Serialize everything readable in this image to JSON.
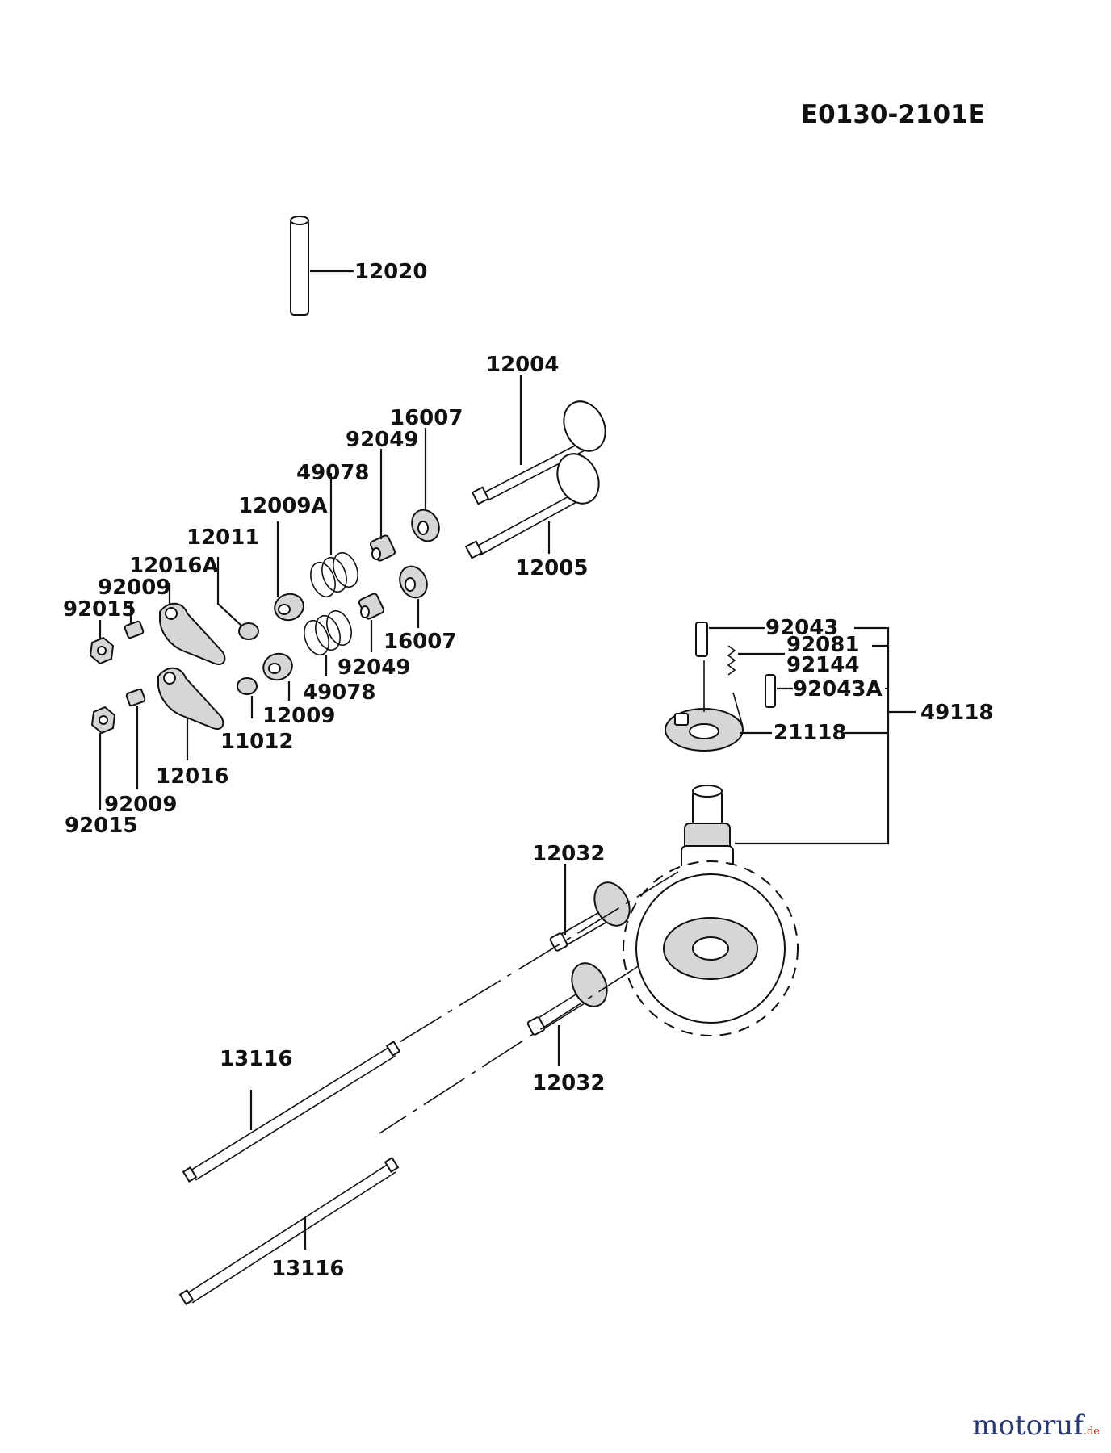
{
  "diagram": {
    "code": "E0130-2101E",
    "parts": {
      "p12020": "12020",
      "p12004": "12004",
      "p16007_top": "16007",
      "p92049_top": "92049",
      "p49078_top": "49078",
      "p12009A": "12009A",
      "p12011": "12011",
      "p12016A": "12016A",
      "p92009_top": "92009",
      "p92015_top": "92015",
      "p12005": "12005",
      "p16007_bot": "16007",
      "p92049_bot": "92049",
      "p49078_bot": "49078",
      "p12009": "12009",
      "p11012": "11012",
      "p12016": "12016",
      "p92009_bot": "92009",
      "p92015_bot": "92015",
      "p92043": "92043",
      "p92081": "92081",
      "p92144": "92144",
      "p92043A": "92043A",
      "p21118": "21118",
      "p49118": "49118",
      "p12032_top": "12032",
      "p12032_bot": "12032",
      "p13116_top": "13116",
      "p13116_bot": "13116"
    }
  },
  "watermark": {
    "brand": "motoruf",
    "tld": ".de"
  }
}
